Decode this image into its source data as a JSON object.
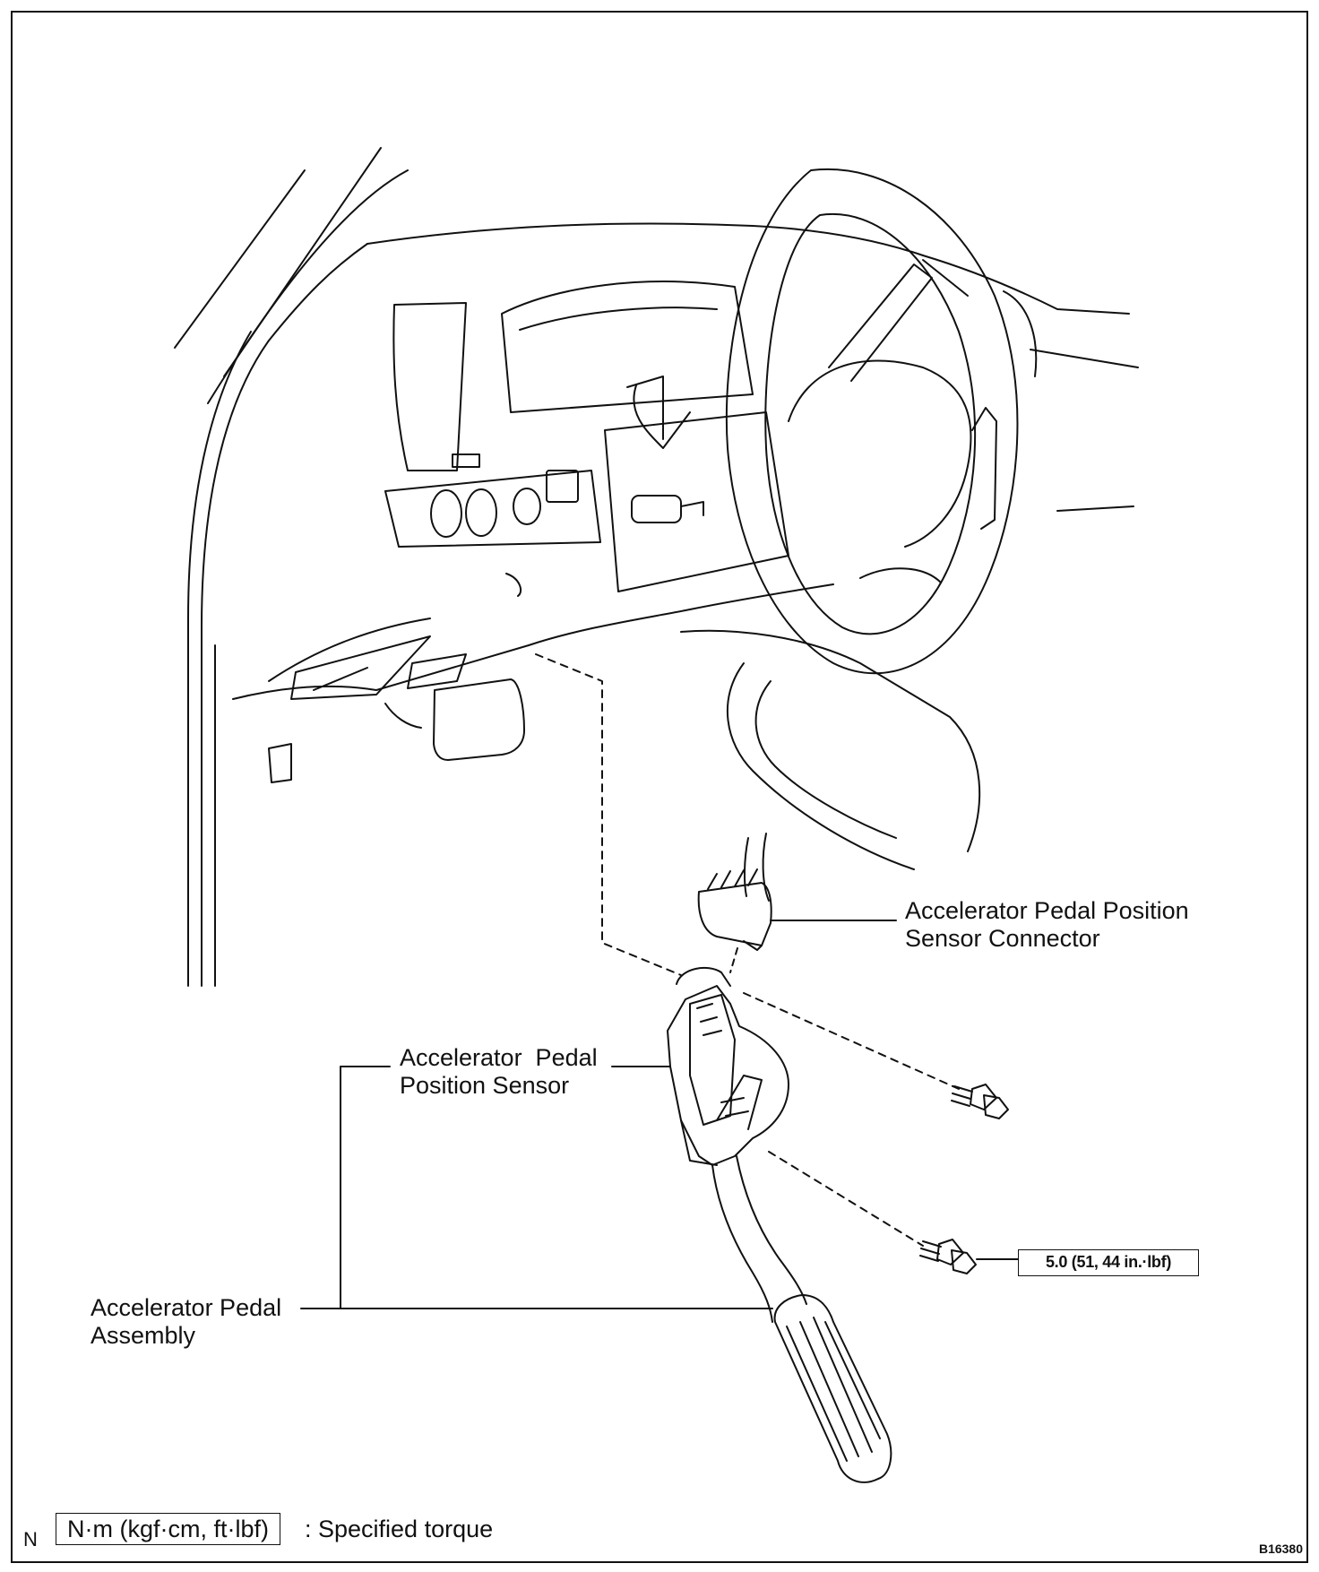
{
  "labels": {
    "connector": [
      "Accelerator Pedal Position",
      "Sensor Connector"
    ],
    "sensor": [
      "Accelerator  Pedal",
      "Position Sensor"
    ],
    "assembly": [
      "Accelerator Pedal",
      "Assembly"
    ]
  },
  "torque": "5.0 (51, 44 in.·lbf)",
  "legend": {
    "unit": "N·m (kgf·cm, ft·lbf)",
    "text": ": Specified torque"
  },
  "corner_mark": "N",
  "figure_code": "B16380"
}
